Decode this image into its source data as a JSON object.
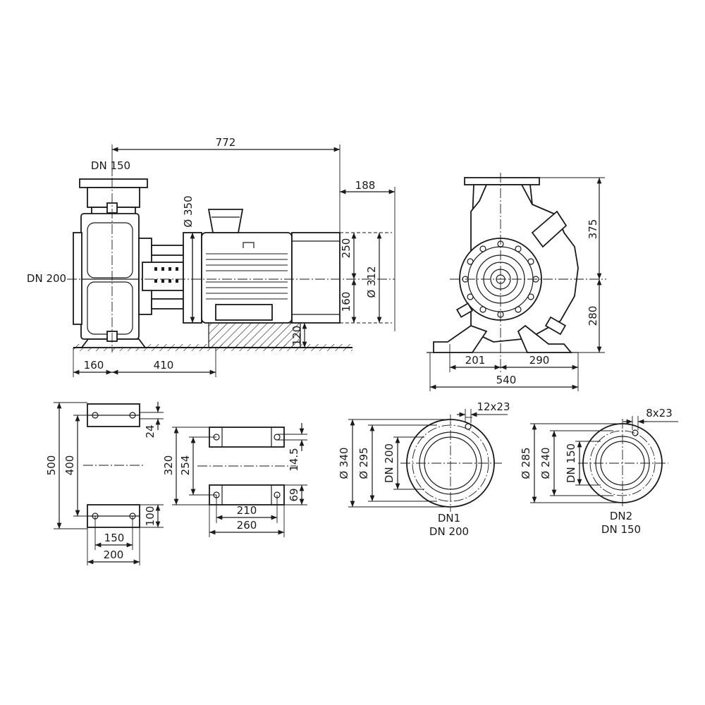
{
  "side_view": {
    "dim_overall": "772",
    "dim_overhang": "188",
    "dim_motor_dia": "Ø 350",
    "dim_up": "250",
    "dim_down": "160",
    "dim_flange_dia": "Ø 312",
    "dim_foot": "120",
    "dim_base_left": "160",
    "dim_base_right": "410",
    "label_top_nozzle": "DN 150",
    "label_side_nozzle": "DN 200"
  },
  "front_view": {
    "dim_top": "375",
    "dim_bottom": "280",
    "dim_left": "201",
    "dim_right": "290",
    "dim_width": "540"
  },
  "foot_view": {
    "dim_total_height": "500",
    "dim_bolt_height": "400",
    "dim_slot": "24",
    "dim_foot_height": "100",
    "dim_bolt_width": "150",
    "dim_foot_width": "200"
  },
  "base_view": {
    "dim_outer": "320",
    "dim_inner": "254",
    "dim_slot": "14.5",
    "dim_plate": "69",
    "dim_bolt_span": "210",
    "dim_plate_width": "260"
  },
  "flange_dn1": {
    "dim_holes": "12x23",
    "dim_outer": "Ø 340",
    "dim_pcd": "Ø 295",
    "dim_bore": "DN 200",
    "caption_name": "DN1",
    "caption_size": "DN 200"
  },
  "flange_dn2": {
    "dim_holes": "8x23",
    "dim_outer": "Ø 285",
    "dim_pcd": "Ø 240",
    "dim_bore": "DN 150",
    "caption_name": "DN2",
    "caption_size": "DN 150"
  }
}
